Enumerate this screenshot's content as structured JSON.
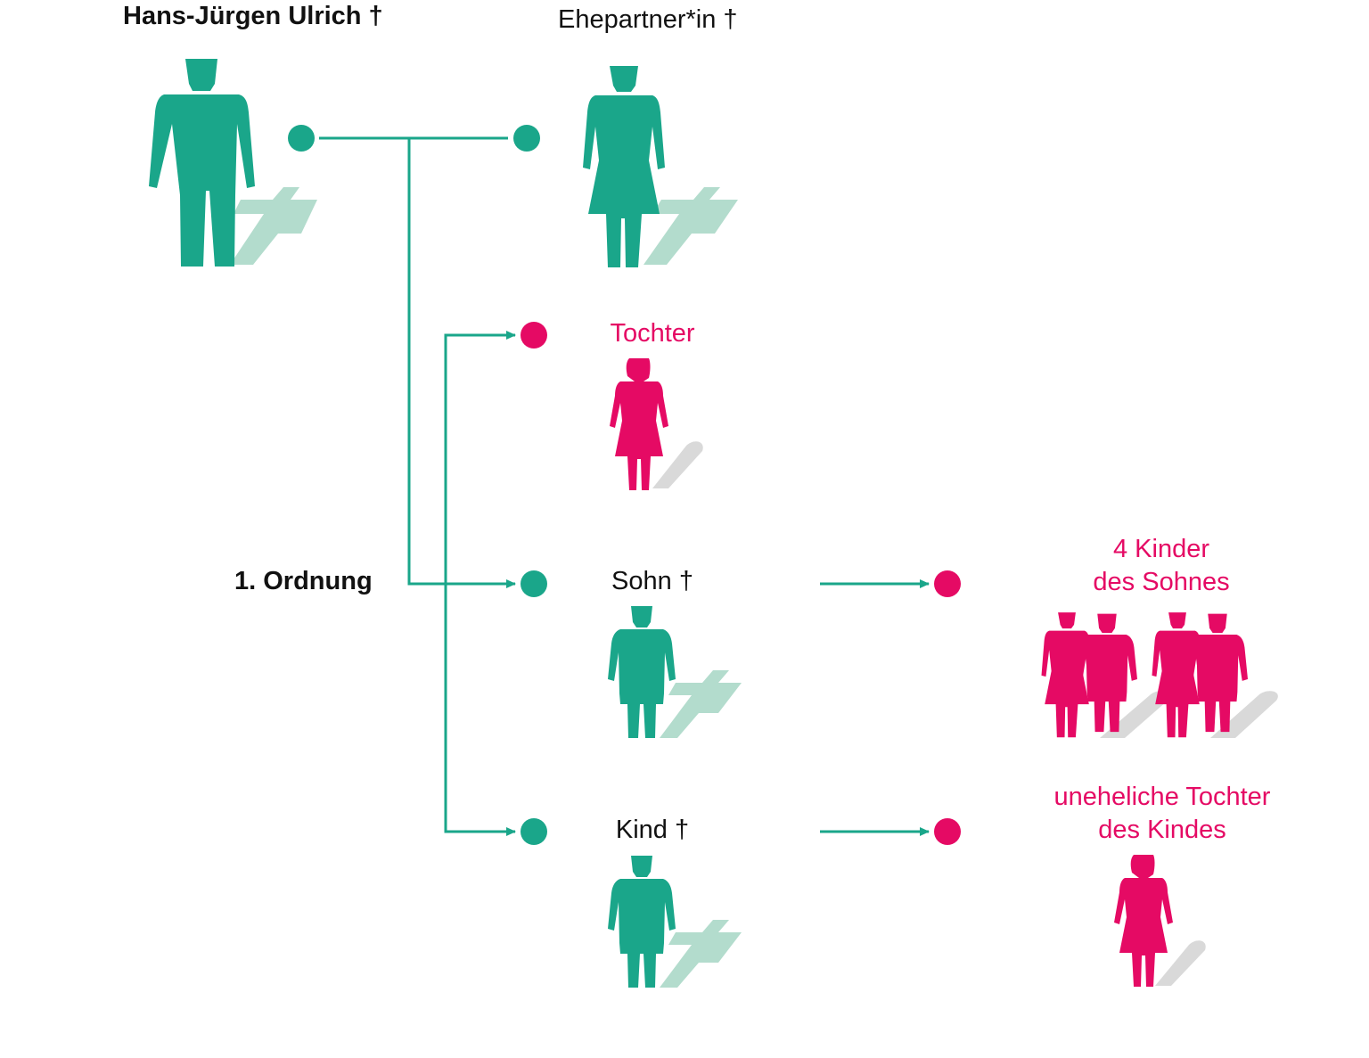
{
  "colors": {
    "deceased": "#1aa68a",
    "deceased_shadow": "#b3dccd",
    "living": "#e50a64",
    "living_shadow": "#d9d9d9",
    "text": "#111111"
  },
  "people": {
    "erblasser": {
      "label": "Hans-Jürgen Ulrich †",
      "icon": "man-icon",
      "status": "deceased"
    },
    "ehepartner": {
      "label": "Ehepartner*in †",
      "icon": "woman-icon",
      "status": "deceased"
    },
    "tochter": {
      "label": "Tochter",
      "icon": "girl-icon",
      "status": "living"
    },
    "sohn": {
      "label": "Sohn †",
      "icon": "boy-icon",
      "status": "deceased"
    },
    "kind": {
      "label": "Kind †",
      "icon": "boy-icon",
      "status": "deceased"
    },
    "enkel_sohn": {
      "line1": "4 Kinder",
      "line2": "des Sohnes",
      "icon": "children-group-icon",
      "status": "living"
    },
    "enkel_kind": {
      "line1": "uneheliche Tochter",
      "line2": "des Kindes",
      "icon": "girl-icon",
      "status": "living"
    }
  },
  "order_label": "1. Ordnung"
}
